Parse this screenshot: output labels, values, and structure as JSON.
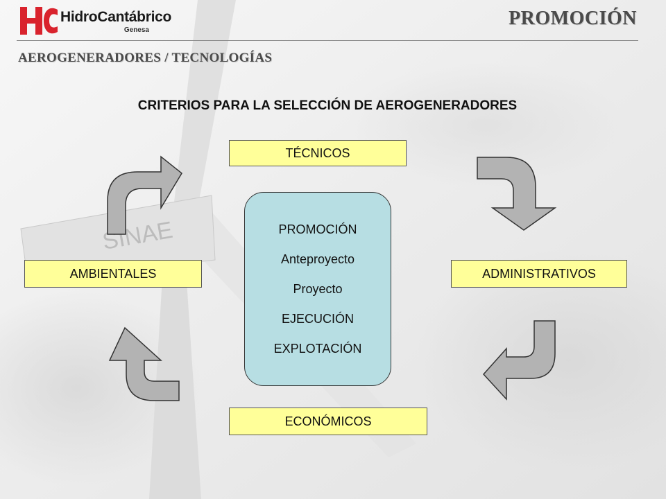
{
  "header": {
    "logo_text": "HidroCantábrico",
    "logo_sub": "Genesa",
    "page_title": "PROMOCIÓN",
    "section_title": "AEROGENERADORES / TECNOLOGÍAS"
  },
  "diagram": {
    "title": "CRITERIOS PARA LA SELECCIÓN DE AEROGENERADORES",
    "nodes": {
      "tecnicos": "TÉCNICOS",
      "ambientales": "AMBIENTALES",
      "administrativos": "ADMINISTRATIVOS",
      "economicos": "ECONÓMICOS"
    },
    "center": [
      "PROMOCIÓN",
      "Anteproyecto",
      "Proyecto",
      "EJECUCIÓN",
      "EXPLOTACIÓN"
    ]
  },
  "background": {
    "sign_text": "SINAE"
  },
  "colors": {
    "logo_red": "#d9232d",
    "node_fill": "#ffff99",
    "center_fill": "#b7dee3",
    "arrow_fill": "#b3b3b3"
  }
}
